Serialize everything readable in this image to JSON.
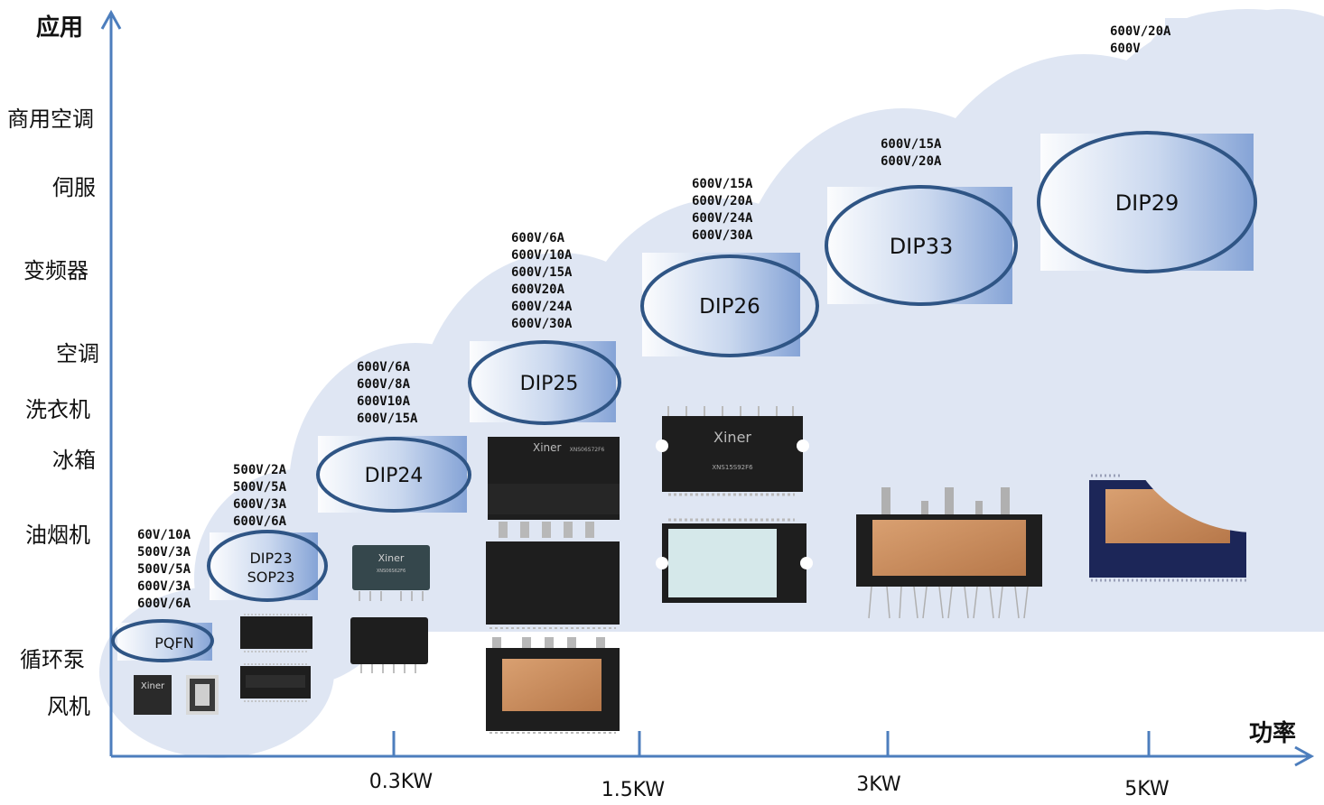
{
  "axes": {
    "y_title": "应用",
    "x_title": "功率"
  },
  "applications": [
    "商用空调",
    "伺服",
    "变频器",
    "空调",
    "洗衣机",
    "冰箱",
    "油烟机",
    "循环泵",
    "风机"
  ],
  "power_ticks": [
    "0.3KW",
    "1.5KW",
    "3KW",
    "5KW"
  ],
  "packages": [
    {
      "name": "PQFN",
      "specs": [
        "60V/10A",
        "500V/3A",
        "500V/5A",
        "600V/3A",
        "600V/6A"
      ]
    },
    {
      "name": "DIP23",
      "name2": "SOP23",
      "specs": [
        "500V/2A",
        "500V/5A",
        "600V/3A",
        "600V/6A"
      ]
    },
    {
      "name": "DIP24",
      "specs": [
        "600V/6A",
        "600V/8A",
        "600V10A",
        "600V/15A"
      ]
    },
    {
      "name": "DIP25",
      "specs": [
        "600V/6A",
        "600V/10A",
        "600V/15A",
        "600V20A",
        "600V/24A",
        "600V/30A"
      ]
    },
    {
      "name": "DIP26",
      "specs": [
        "600V/15A",
        "600V/20A",
        "600V/24A",
        "600V/30A"
      ]
    },
    {
      "name": "DIP33",
      "specs": [
        "600V/15A",
        "600V/20A"
      ]
    },
    {
      "name": "DIP29",
      "specs": [
        "600V/20A",
        "600V"
      ]
    }
  ],
  "chip_marks": [
    "Xiner",
    "XNS06S72F6",
    "Xiner",
    "XNS15S92F6",
    "Xiner",
    "XNS06S62F6",
    "Xiner"
  ],
  "colors": {
    "axis": "#4d7ebd",
    "cloud": "#dfe6f3",
    "ellipse_stroke": "#2f5585",
    "chip_black": "#1e1e1e",
    "chip_copper": "#c98e5c",
    "chip_navy": "#1c2658"
  }
}
